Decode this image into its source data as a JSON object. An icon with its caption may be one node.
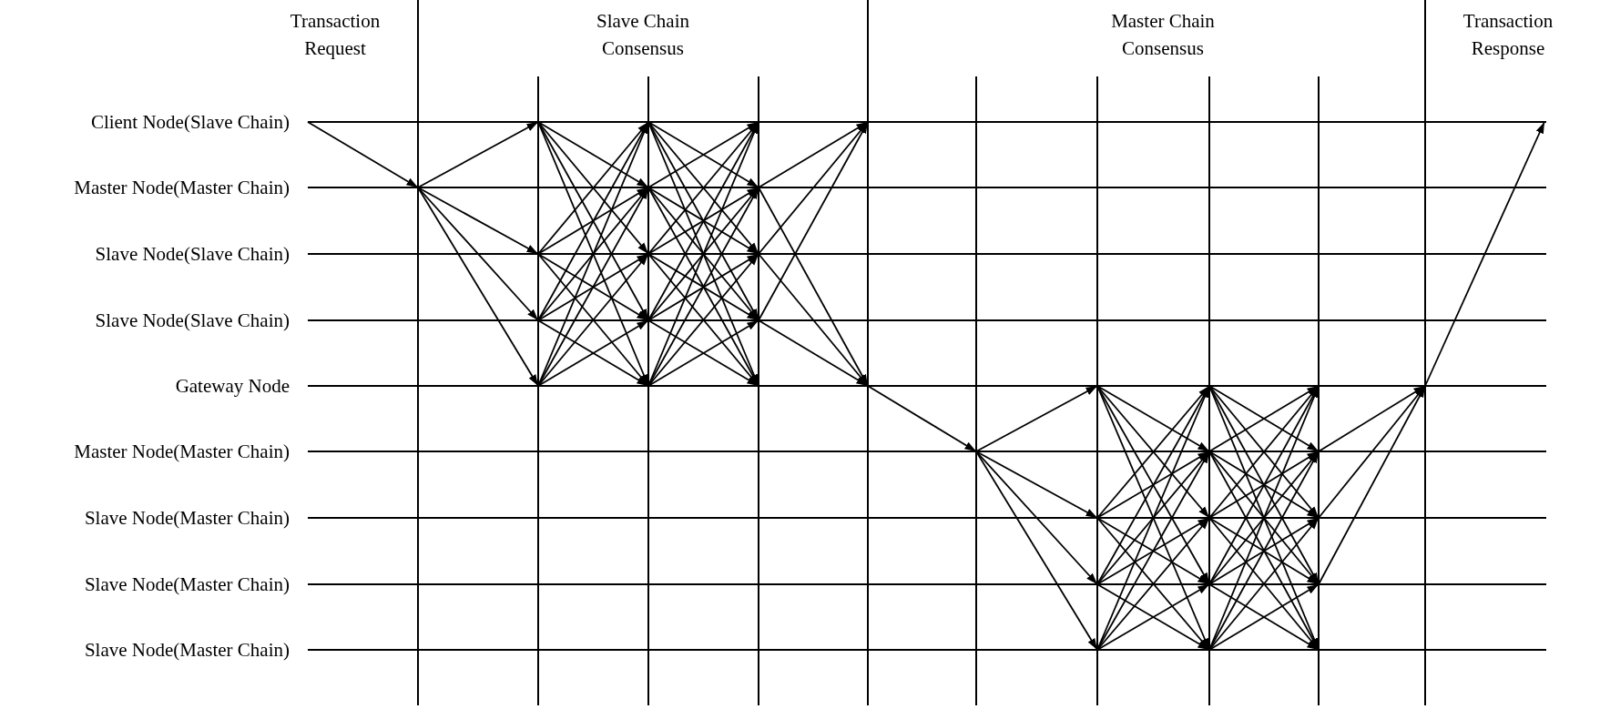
{
  "diagram": {
    "nodes": [
      {
        "text": [
          "Client Node(Slave Chain)"
        ]
      },
      {
        "text": [
          "Master Node(Master Chain)"
        ]
      },
      {
        "text": [
          "Slave Node(Slave Chain)"
        ]
      },
      {
        "text": [
          "Slave Node(Slave Chain)"
        ]
      },
      {
        "text": [
          "Gateway Node"
        ]
      },
      {
        "text": [
          "Master Node(Master Chain)"
        ]
      },
      {
        "text": [
          "Slave Node(Master Chain)"
        ]
      },
      {
        "text": [
          "Slave Node(Master Chain)"
        ]
      },
      {
        "text": [
          "Slave Node(Master Chain)"
        ]
      }
    ],
    "edges": [
      {
        "from": 0,
        "to": 1,
        "arrow": "to"
      },
      {
        "from": 1,
        "to": 0,
        "arrow": "to"
      },
      {
        "from": 1,
        "to": 2,
        "arrow": "to"
      },
      {
        "from": 1,
        "to": 3,
        "arrow": "to"
      },
      {
        "from": 1,
        "to": 4,
        "arrow": "to"
      },
      {
        "from": 0,
        "to": 1,
        "arrow": "to"
      },
      {
        "from": 0,
        "to": 2,
        "arrow": "to"
      },
      {
        "from": 0,
        "to": 3,
        "arrow": "to"
      },
      {
        "from": 0,
        "to": 4,
        "arrow": "to"
      },
      {
        "from": 2,
        "to": 0,
        "arrow": "to"
      },
      {
        "from": 2,
        "to": 1,
        "arrow": "to"
      },
      {
        "from": 2,
        "to": 3,
        "arrow": "to"
      },
      {
        "from": 2,
        "to": 4,
        "arrow": "to"
      },
      {
        "from": 3,
        "to": 0,
        "arrow": "to"
      },
      {
        "from": 3,
        "to": 1,
        "arrow": "to"
      },
      {
        "from": 3,
        "to": 2,
        "arrow": "to"
      },
      {
        "from": 3,
        "to": 4,
        "arrow": "to"
      },
      {
        "from": 4,
        "to": 0,
        "arrow": "to"
      },
      {
        "from": 4,
        "to": 1,
        "arrow": "to"
      },
      {
        "from": 4,
        "to": 2,
        "arrow": "to"
      },
      {
        "from": 4,
        "to": 3,
        "arrow": "to"
      },
      {
        "from": 0,
        "to": 1,
        "arrow": "to"
      },
      {
        "from": 0,
        "to": 2,
        "arrow": "to"
      },
      {
        "from": 0,
        "to": 3,
        "arrow": "to"
      },
      {
        "from": 0,
        "to": 4,
        "arrow": "to"
      },
      {
        "from": 1,
        "to": 0,
        "arrow": "to"
      },
      {
        "from": 1,
        "to": 2,
        "arrow": "to"
      },
      {
        "from": 1,
        "to": 3,
        "arrow": "to"
      },
      {
        "from": 1,
        "to": 4,
        "arrow": "to"
      },
      {
        "from": 2,
        "to": 0,
        "arrow": "to"
      },
      {
        "from": 2,
        "to": 1,
        "arrow": "to"
      },
      {
        "from": 2,
        "to": 3,
        "arrow": "to"
      },
      {
        "from": 2,
        "to": 4,
        "arrow": "to"
      },
      {
        "from": 3,
        "to": 0,
        "arrow": "to"
      },
      {
        "from": 3,
        "to": 1,
        "arrow": "to"
      },
      {
        "from": 3,
        "to": 2,
        "arrow": "to"
      },
      {
        "from": 3,
        "to": 4,
        "arrow": "to"
      },
      {
        "from": 4,
        "to": 0,
        "arrow": "to"
      },
      {
        "from": 4,
        "to": 1,
        "arrow": "to"
      },
      {
        "from": 4,
        "to": 2,
        "arrow": "to"
      },
      {
        "from": 4,
        "to": 3,
        "arrow": "to"
      },
      {
        "from": 1,
        "to": 0,
        "arrow": "to"
      },
      {
        "from": 2,
        "to": 0,
        "arrow": "to"
      },
      {
        "from": 3,
        "to": 0,
        "arrow": "to"
      },
      {
        "from": 1,
        "to": 4,
        "arrow": "to"
      },
      {
        "from": 2,
        "to": 4,
        "arrow": "to"
      },
      {
        "from": 3,
        "to": 4,
        "arrow": "to"
      },
      {
        "from": 4,
        "to": 5,
        "arrow": "to"
      },
      {
        "from": 5,
        "to": 4,
        "arrow": "to"
      },
      {
        "from": 5,
        "to": 6,
        "arrow": "to"
      },
      {
        "from": 5,
        "to": 7,
        "arrow": "to"
      },
      {
        "from": 5,
        "to": 8,
        "arrow": "to"
      },
      {
        "from": 4,
        "to": 5,
        "arrow": "to"
      },
      {
        "from": 4,
        "to": 6,
        "arrow": "to"
      },
      {
        "from": 4,
        "to": 7,
        "arrow": "to"
      },
      {
        "from": 4,
        "to": 8,
        "arrow": "to"
      },
      {
        "from": 6,
        "to": 4,
        "arrow": "to"
      },
      {
        "from": 6,
        "to": 5,
        "arrow": "to"
      },
      {
        "from": 6,
        "to": 7,
        "arrow": "to"
      },
      {
        "from": 6,
        "to": 8,
        "arrow": "to"
      },
      {
        "from": 7,
        "to": 4,
        "arrow": "to"
      },
      {
        "from": 7,
        "to": 5,
        "arrow": "to"
      },
      {
        "from": 7,
        "to": 6,
        "arrow": "to"
      },
      {
        "from": 7,
        "to": 8,
        "arrow": "to"
      },
      {
        "from": 8,
        "to": 4,
        "arrow": "to"
      },
      {
        "from": 8,
        "to": 5,
        "arrow": "to"
      },
      {
        "from": 8,
        "to": 6,
        "arrow": "to"
      },
      {
        "from": 8,
        "to": 7,
        "arrow": "to"
      },
      {
        "from": 4,
        "to": 5,
        "arrow": "to"
      },
      {
        "from": 4,
        "to": 6,
        "arrow": "to"
      },
      {
        "from": 4,
        "to": 7,
        "arrow": "to"
      },
      {
        "from": 4,
        "to": 8,
        "arrow": "to"
      },
      {
        "from": 5,
        "to": 4,
        "arrow": "to"
      },
      {
        "from": 5,
        "to": 6,
        "arrow": "to"
      },
      {
        "from": 5,
        "to": 7,
        "arrow": "to"
      },
      {
        "from": 5,
        "to": 8,
        "arrow": "to"
      },
      {
        "from": 6,
        "to": 4,
        "arrow": "to"
      },
      {
        "from": 6,
        "to": 5,
        "arrow": "to"
      },
      {
        "from": 6,
        "to": 7,
        "arrow": "to"
      },
      {
        "from": 6,
        "to": 8,
        "arrow": "to"
      },
      {
        "from": 7,
        "to": 4,
        "arrow": "to"
      },
      {
        "from": 7,
        "to": 5,
        "arrow": "to"
      },
      {
        "from": 7,
        "to": 6,
        "arrow": "to"
      },
      {
        "from": 7,
        "to": 8,
        "arrow": "to"
      },
      {
        "from": 8,
        "to": 4,
        "arrow": "to"
      },
      {
        "from": 8,
        "to": 5,
        "arrow": "to"
      },
      {
        "from": 8,
        "to": 6,
        "arrow": "to"
      },
      {
        "from": 8,
        "to": 7,
        "arrow": "to"
      },
      {
        "from": 5,
        "to": 4,
        "arrow": "to"
      },
      {
        "from": 6,
        "to": 4,
        "arrow": "to"
      },
      {
        "from": 7,
        "to": 4,
        "arrow": "to"
      },
      {
        "from": 4,
        "to": 0,
        "arrow": "to"
      }
    ],
    "labels": [
      "Transaction Request",
      "Slave Chain Consensus",
      "Master Chain Consensus",
      "Transaction Response"
    ]
  }
}
